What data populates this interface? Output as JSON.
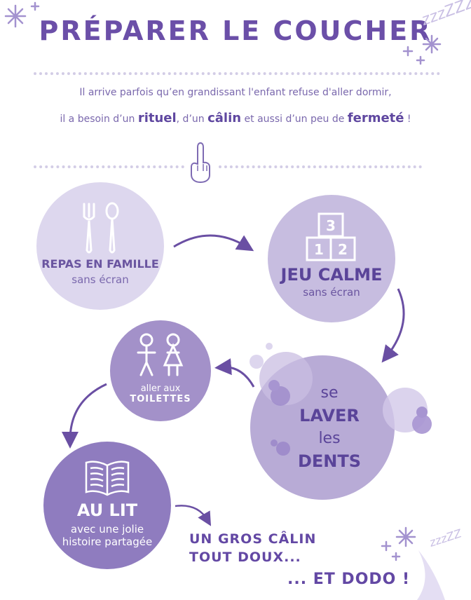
{
  "title": "PRÉPARER LE COUCHER",
  "intro": {
    "line1": "Il arrive parfois qu’en grandissant l'enfant refuse d'aller dormir,",
    "line2_a": "il a besoin d’un ",
    "line2_b": "rituel",
    "line2_c": ", d’un ",
    "line2_d": "câlin",
    "line2_e": " et aussi d’un peu de ",
    "line2_f": "fermeté",
    "line2_g": " !"
  },
  "steps": {
    "repas": {
      "label": "REPAS EN FAMILLE",
      "sub": "sans écran"
    },
    "jeu": {
      "label": "JEU CALME",
      "sub": "sans écran",
      "blocks": [
        "3",
        "1",
        "2"
      ]
    },
    "dents": {
      "l1": "se",
      "l2": "LAVER",
      "l3": "les",
      "l4": "DENTS"
    },
    "toilettes": {
      "l1": "aller aux",
      "l2": "TOILETTES"
    },
    "lit": {
      "label": "AU LIT",
      "sub1": "avec une jolie",
      "sub2": "histoire partagée"
    }
  },
  "calin": {
    "l1": "UN GROS CÂLIN",
    "l2": "TOUT DOUX..."
  },
  "dodo": "... ET DODO !",
  "zzz_top": "zzzZZZ",
  "zzz_bottom": "zzzZZ",
  "colors": {
    "purple_dark": "#6b4fa8",
    "circle_light": "#ddd7ee",
    "circle_mid": "#c7bde0",
    "circle_deep": "#a391c9"
  }
}
